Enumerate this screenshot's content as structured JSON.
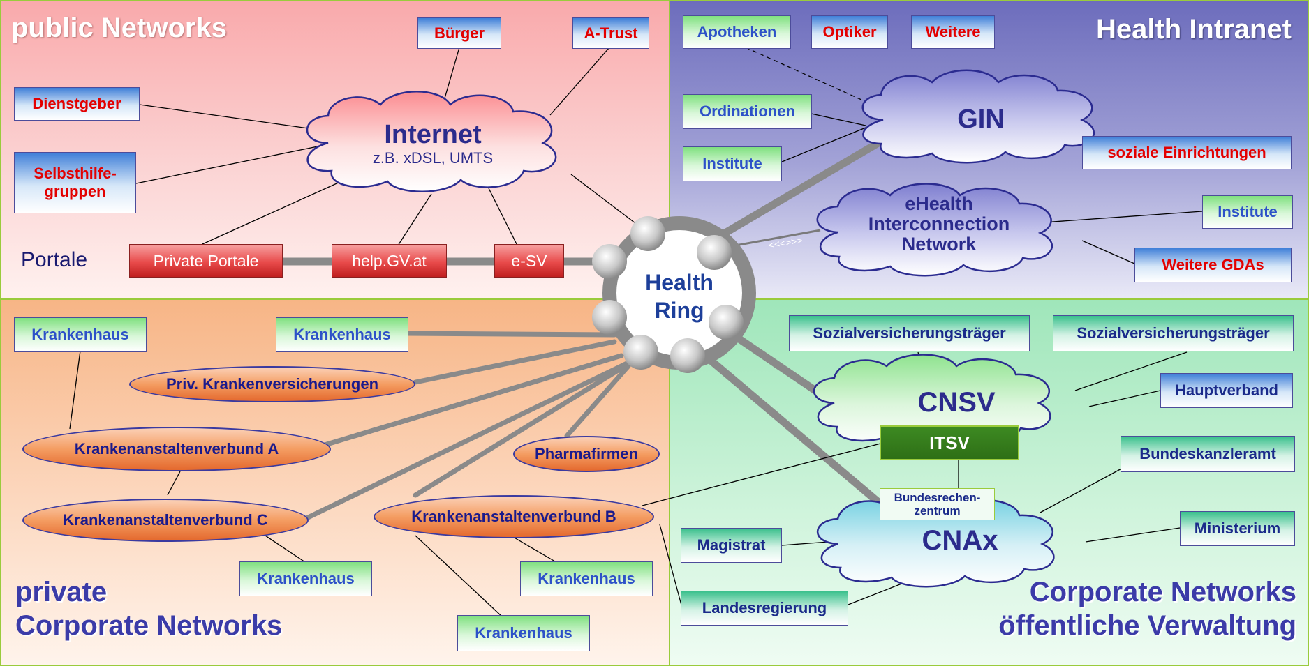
{
  "quadrants": {
    "public": {
      "title": "public Networks",
      "color": "#f9a9ab"
    },
    "health_intranet": {
      "title": "Health Intranet",
      "color": "#6c6cbc"
    },
    "private": {
      "title_line1": "private",
      "title_line2": "Corporate Networks",
      "color": "#f7b586"
    },
    "corporate": {
      "title_line1": "Corporate Networks",
      "title_line2": "öffentliche Verwaltung",
      "color": "#9fe6ba"
    }
  },
  "portale_label": "Portale",
  "center": {
    "line1": "Health",
    "line2": "Ring"
  },
  "clouds": {
    "internet": {
      "title": "Internet",
      "subtitle": "z.B. xDSL, UMTS"
    },
    "gin": {
      "title": "GIN"
    },
    "ehealth": {
      "line1": "eHealth",
      "line2": "Interconnection",
      "line3": "Network",
      "link_marker": "<<<>>>"
    },
    "cnsv": {
      "title": "CNSV"
    },
    "cnax": {
      "title": "CNAx"
    }
  },
  "public_boxes": {
    "buerger": "Bürger",
    "a_trust": "A-Trust",
    "dienstgeber": "Dienstgeber",
    "selbsthilfe_line1": "Selbsthilfe-",
    "selbsthilfe_line2": "gruppen"
  },
  "portals": {
    "private": "Private Portale",
    "help": "help.GV.at",
    "esv": "e-SV"
  },
  "intranet_boxes": {
    "apotheken": "Apotheken",
    "optiker": "Optiker",
    "weitere": "Weitere",
    "ordinationen": "Ordinationen",
    "institute_left": "Institute",
    "soziale": "soziale Einrichtungen",
    "institute_right": "Institute",
    "weitere_gdas": "Weitere GDAs"
  },
  "private_items": {
    "krankenhaus_1": "Krankenhaus",
    "krankenhaus_2": "Krankenhaus",
    "priv_kv": "Priv. Krankenversicherungen",
    "kav_a": "Krankenanstaltenverbund A",
    "kav_b": "Krankenanstaltenverbund B",
    "kav_c": "Krankenanstaltenverbund C",
    "pharma": "Pharmafirmen",
    "krankenhaus_3": "Krankenhaus",
    "krankenhaus_4": "Krankenhaus",
    "krankenhaus_5": "Krankenhaus"
  },
  "corporate_items": {
    "svt_1": "Sozialversicherungsträger",
    "svt_2": "Sozialversicherungsträger",
    "hauptverband": "Hauptverband",
    "itsv": "ITSV",
    "bundeskanzleramt": "Bundeskanzleramt",
    "brz_line1": "Bundesrechen-",
    "brz_line2": "zentrum",
    "magistrat": "Magistrat",
    "ministerium": "Ministerium",
    "landesregierung": "Landesregierung"
  }
}
